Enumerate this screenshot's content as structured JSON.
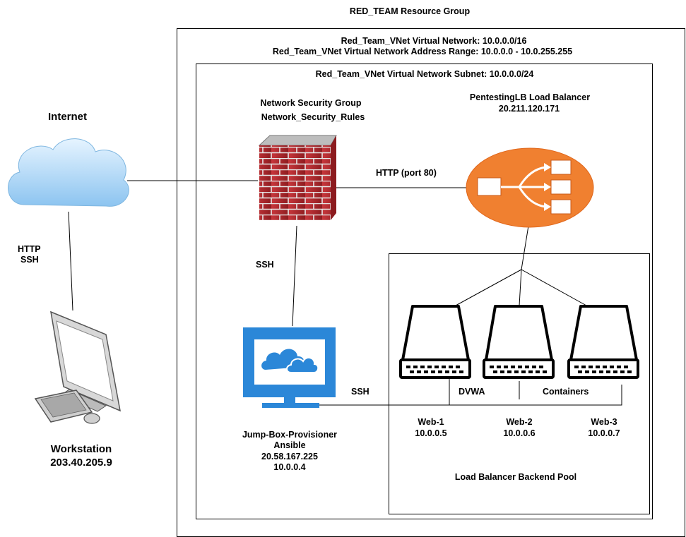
{
  "resource_group": {
    "title": "RED_TEAM Resource Group"
  },
  "vnet": {
    "line1": "Red_Team_VNet Virtual Network: 10.0.0.0/16",
    "line2": "Red_Team_VNet Virtual Network Address Range: 10.0.0.0 - 10.0.255.255",
    "subnet": "Red_Team_VNet Virtual Network Subnet: 10.0.0.0/24"
  },
  "internet": {
    "label": "Internet",
    "protocols_1": "HTTP",
    "protocols_2": "SSH"
  },
  "workstation": {
    "label": "Workstation",
    "ip": "203.40.205.9"
  },
  "nsg": {
    "line1": "Network Security Group",
    "line2": "Network_Security_Rules"
  },
  "load_balancer": {
    "line1": "PentestingLB Load Balancer",
    "line2": "20.211.120.171"
  },
  "links": {
    "http": "HTTP (port 80)",
    "ssh_nsg_jump": "SSH",
    "ssh_jump_web": "SSH"
  },
  "jumpbox": {
    "line1": "Jump-Box-Provisioner",
    "line2": "Ansible",
    "line3": "20.58.167.225",
    "line4": "10.0.0.4"
  },
  "backend_pool": {
    "label": "Load Balancer Backend Pool",
    "dvwa": "DVWA",
    "containers": "Containers",
    "servers": [
      {
        "name": "Web-1",
        "ip": "10.0.0.5"
      },
      {
        "name": "Web-2",
        "ip": "10.0.0.6"
      },
      {
        "name": "Web-3",
        "ip": "10.0.0.7"
      }
    ]
  },
  "colors": {
    "cloud": "#9fcff5",
    "firewall_brick": "#b5262b",
    "load_balancer": "#f08030",
    "monitor": "#2b87d8",
    "server_stroke": "#000000"
  }
}
